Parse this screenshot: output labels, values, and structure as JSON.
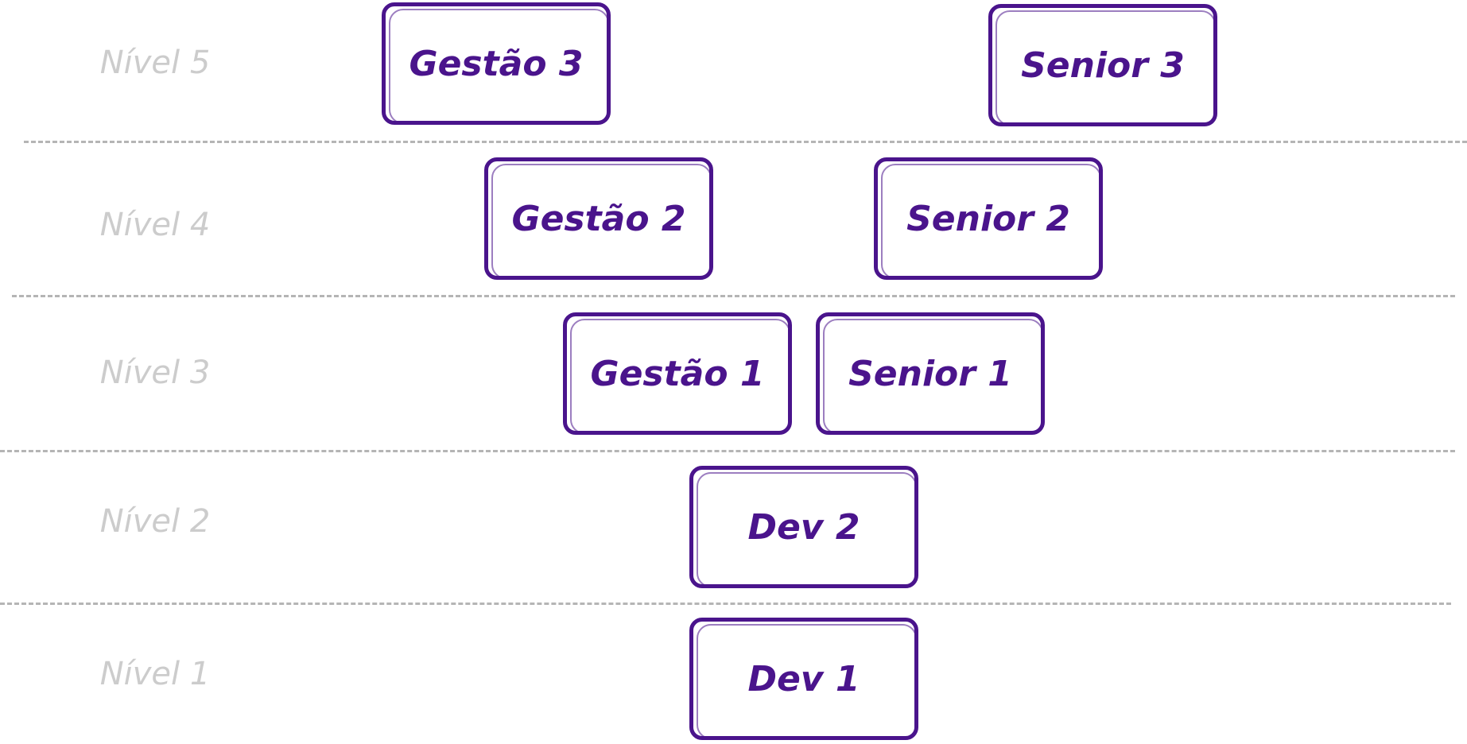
{
  "colors": {
    "node_stroke": "#4a148c",
    "node_text": "#4a148c",
    "level_text": "#cccccc",
    "divider": "#b5b5b5",
    "background": "#ffffff"
  },
  "levels": [
    {
      "label": "Nível 5"
    },
    {
      "label": "Nível 4"
    },
    {
      "label": "Nível 3"
    },
    {
      "label": "Nível 2"
    },
    {
      "label": "Nível 1"
    }
  ],
  "nodes": {
    "gestao_3": {
      "label": "Gestão 3",
      "level": 5
    },
    "senior_3": {
      "label": "Senior 3",
      "level": 5
    },
    "gestao_2": {
      "label": "Gestão 2",
      "level": 4
    },
    "senior_2": {
      "label": "Senior 2",
      "level": 4
    },
    "gestao_1": {
      "label": "Gestão 1",
      "level": 3
    },
    "senior_1": {
      "label": "Senior 1",
      "level": 3
    },
    "dev_2": {
      "label": "Dev 2",
      "level": 2
    },
    "dev_1": {
      "label": "Dev 1",
      "level": 1
    }
  }
}
